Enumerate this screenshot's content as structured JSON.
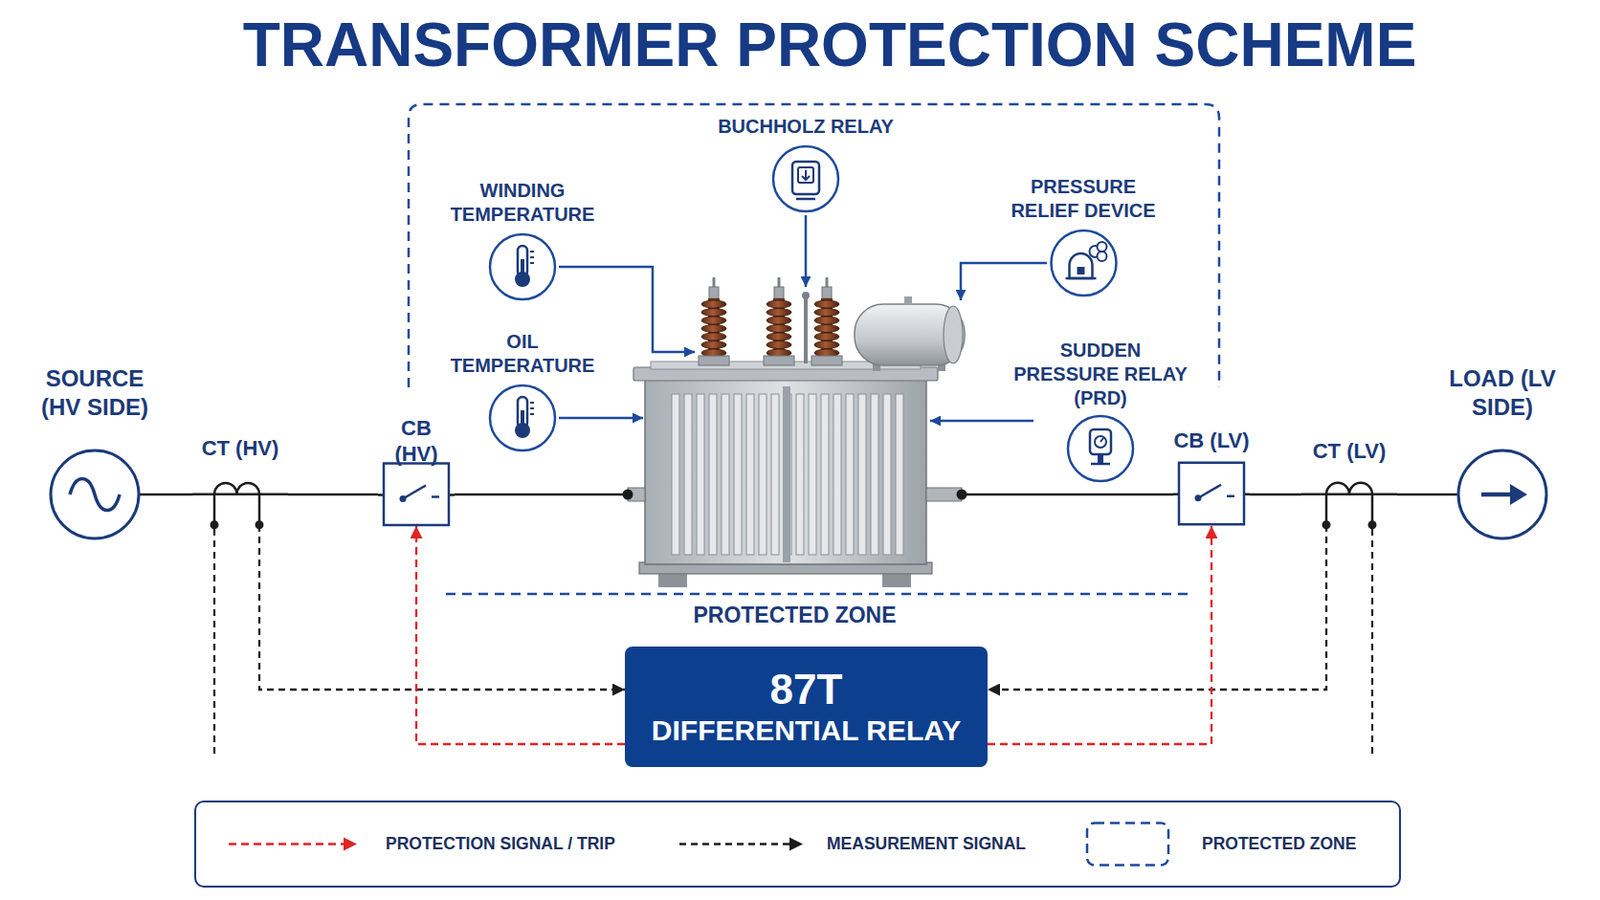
{
  "diagram": {
    "title": "TRANSFORMER PROTECTION SCHEME",
    "nodes": [
      {
        "text": [
          "SOURCE (HV SIDE)"
        ]
      },
      {
        "text": [
          "CT (HV)"
        ]
      },
      {
        "text": [
          "CB (HV)"
        ]
      },
      {
        "text": [
          "PROTECTED ZONE"
        ]
      },
      {
        "text": [
          "BUCHHOLZ RELAY"
        ],
        "in": 3
      },
      {
        "text": [
          "WINDING TEMPERATURE"
        ],
        "in": 3
      },
      {
        "text": [
          "PRESSURE RELIEF DEVICE"
        ],
        "in": 3
      },
      {
        "text": [
          "OIL TEMPERATURE"
        ],
        "in": 3
      },
      {
        "text": [
          "SUDDEN PRESSURE RELAY (PRD)"
        ],
        "in": 3
      },
      {
        "text": [
          "CB (LV)"
        ]
      },
      {
        "text": [
          "CT (LV)"
        ]
      },
      {
        "text": [
          "LOAD (LV SIDE)"
        ]
      },
      {
        "text": [
          "87T",
          "DIFFERENTIAL RELAY"
        ]
      }
    ],
    "edges": [
      {
        "from": 0,
        "to": 1,
        "arrow": "none"
      },
      {
        "from": 1,
        "to": 2,
        "arrow": "none"
      },
      {
        "from": 9,
        "to": 10,
        "arrow": "none"
      },
      {
        "from": 10,
        "to": 11,
        "arrow": "none"
      },
      {
        "from": 1,
        "to": 12,
        "arrow": "to"
      },
      {
        "from": 10,
        "to": 12,
        "arrow": "to"
      },
      {
        "from": 12,
        "to": 2,
        "arrow": "to"
      },
      {
        "from": 12,
        "to": 9,
        "arrow": "to"
      }
    ],
    "legend": [
      {
        "text": "PROTECTION SIGNAL / TRIP"
      },
      {
        "text": "MEASUREMENT SIGNAL"
      },
      {
        "text": "PROTECTED ZONE"
      }
    ]
  }
}
